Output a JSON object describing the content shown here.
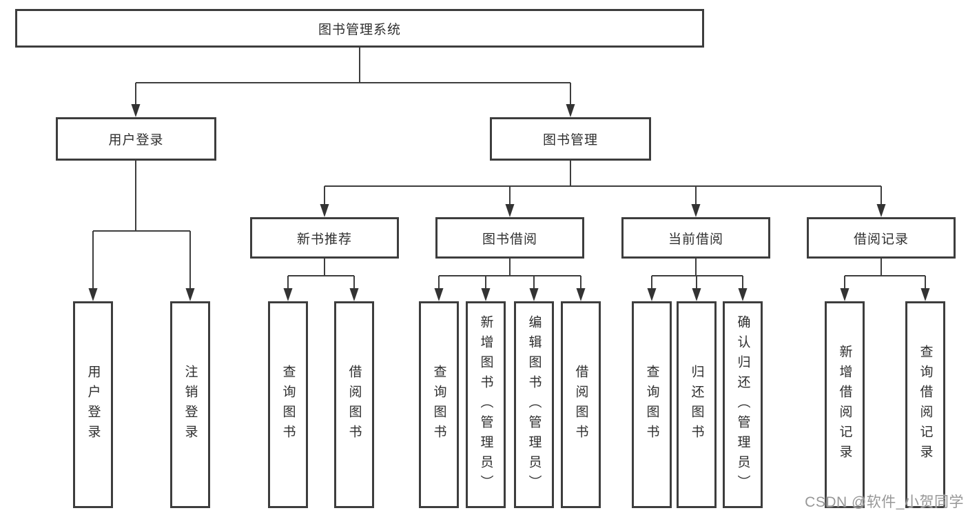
{
  "diagram": {
    "type": "tree",
    "tree": {
      "root": {
        "label": "图书管理系统",
        "children": [
          {
            "label": "用户登录",
            "children": [
              {
                "label": "用户登录"
              },
              {
                "label": "注销登录"
              }
            ]
          },
          {
            "label": "图书管理",
            "children": [
              {
                "label": "新书推荐",
                "children": [
                  {
                    "label": "查询图书"
                  },
                  {
                    "label": "借阅图书"
                  }
                ]
              },
              {
                "label": "图书借阅",
                "children": [
                  {
                    "label": "查询图书"
                  },
                  {
                    "label": "新增图书（管理员）"
                  },
                  {
                    "label": "编辑图书（管理员）"
                  },
                  {
                    "label": "借阅图书"
                  }
                ]
              },
              {
                "label": "当前借阅",
                "children": [
                  {
                    "label": "查询图书"
                  },
                  {
                    "label": "归还图书"
                  },
                  {
                    "label": "确认归还（管理员）"
                  }
                ]
              },
              {
                "label": "借阅记录",
                "children": [
                  {
                    "label": "新增借阅记录"
                  },
                  {
                    "label": "查询借阅记录"
                  }
                ]
              }
            ]
          }
        ]
      }
    },
    "colors": {
      "background": "#ffffff",
      "box_border": "#3d3d3d",
      "line": "#3d3d3d",
      "text": "#2f2f2f",
      "watermark": "#979797"
    }
  },
  "watermark": {
    "text": "CSDN @软件_小贺同学"
  }
}
